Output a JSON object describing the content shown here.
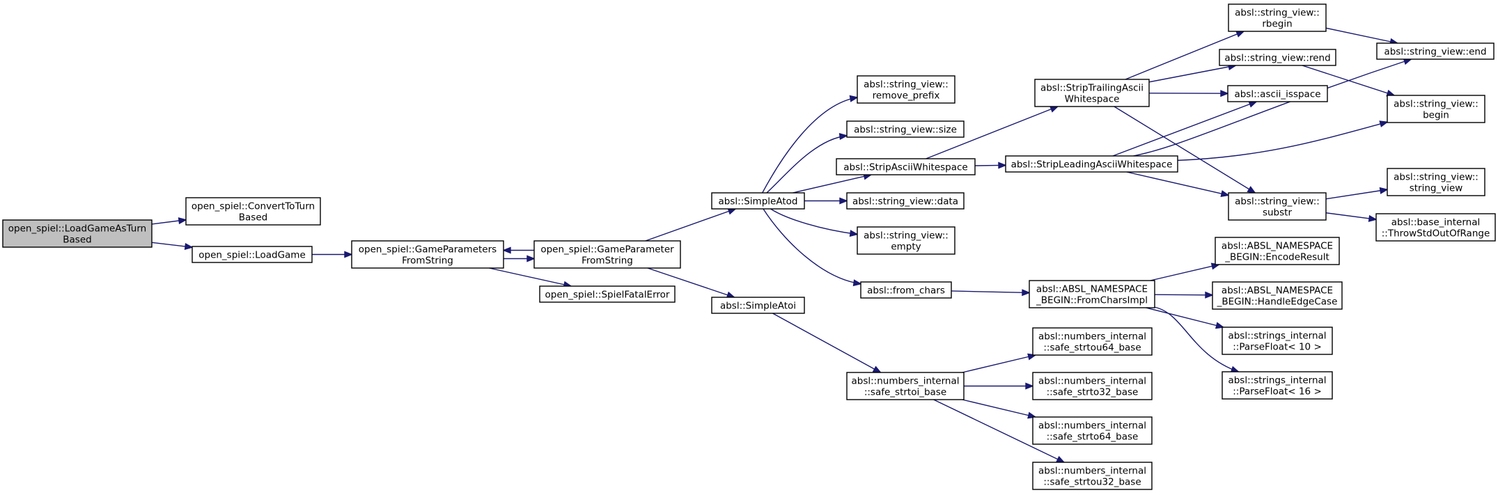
{
  "colors": {
    "edge": "#191970",
    "root_fill": "#bfbfbf",
    "node_fill": "#ffffff",
    "border": "#000000"
  },
  "nodes": {
    "load_game_as_turn_based": [
      "open_spiel::LoadGameAsTurn",
      "Based"
    ],
    "convert_to_turn_based": [
      "open_spiel::ConvertToTurn",
      "Based"
    ],
    "load_game": [
      "open_spiel::LoadGame"
    ],
    "game_parameters_from_string": [
      "open_spiel::GameParameters",
      "FromString"
    ],
    "game_parameter_from_string": [
      "open_spiel::GameParameter",
      "FromString"
    ],
    "spiel_fatal_error": [
      "open_spiel::SpielFatalError"
    ],
    "simple_atod": [
      "absl::SimpleAtod"
    ],
    "simple_atoi": [
      "absl::SimpleAtoi"
    ],
    "remove_prefix": [
      "absl::string_view::",
      "remove_prefix"
    ],
    "size": [
      "absl::string_view::size"
    ],
    "strip_ascii_whitespace": [
      "absl::StripAsciiWhitespace"
    ],
    "data": [
      "absl::string_view::data"
    ],
    "empty": [
      "absl::string_view::",
      "empty"
    ],
    "from_chars": [
      "absl::from_chars"
    ],
    "safe_strtoi_base": [
      "absl::numbers_internal",
      "::safe_strtoi_base"
    ],
    "strip_trailing_ascii_whitespace": [
      "absl::StripTrailingAscii",
      "Whitespace"
    ],
    "strip_leading_ascii_whitespace": [
      "absl::StripLeadingAsciiWhitespace"
    ],
    "from_chars_impl": [
      "absl::ABSL_NAMESPACE",
      "_BEGIN::FromCharsImpl"
    ],
    "safe_strtou64_base": [
      "absl::numbers_internal",
      "::safe_strtou64_base"
    ],
    "safe_strto32_base": [
      "absl::numbers_internal",
      "::safe_strto32_base"
    ],
    "safe_strto64_base": [
      "absl::numbers_internal",
      "::safe_strto64_base"
    ],
    "safe_strtou32_base": [
      "absl::numbers_internal",
      "::safe_strtou32_base"
    ],
    "rbegin": [
      "absl::string_view::",
      "rbegin"
    ],
    "rend": [
      "absl::string_view::rend"
    ],
    "ascii_isspace": [
      "absl::ascii_isspace"
    ],
    "substr": [
      "absl::string_view::",
      "substr"
    ],
    "encode_result": [
      "absl::ABSL_NAMESPACE",
      "_BEGIN::EncodeResult"
    ],
    "handle_edge_case": [
      "absl::ABSL_NAMESPACE",
      "_BEGIN::HandleEdgeCase"
    ],
    "parse_float_10": [
      "absl::strings_internal",
      "::ParseFloat< 10 >"
    ],
    "parse_float_16": [
      "absl::strings_internal",
      "::ParseFloat< 16 >"
    ],
    "end": [
      "absl::string_view::end"
    ],
    "begin": [
      "absl::string_view::",
      "begin"
    ],
    "string_view": [
      "absl::string_view::",
      "string_view"
    ],
    "throw_std_out_of_range": [
      "absl::base_internal",
      "::ThrowStdOutOfRange"
    ]
  },
  "edges": [
    [
      "load_game_as_turn_based",
      "convert_to_turn_based"
    ],
    [
      "load_game_as_turn_based",
      "load_game"
    ],
    [
      "load_game",
      "game_parameters_from_string"
    ],
    [
      "game_parameters_from_string",
      "game_parameter_from_string"
    ],
    [
      "game_parameter_from_string",
      "game_parameters_from_string"
    ],
    [
      "game_parameters_from_string",
      "spiel_fatal_error"
    ],
    [
      "game_parameter_from_string",
      "simple_atod"
    ],
    [
      "game_parameter_from_string",
      "simple_atoi"
    ],
    [
      "simple_atod",
      "remove_prefix"
    ],
    [
      "simple_atod",
      "size"
    ],
    [
      "simple_atod",
      "strip_ascii_whitespace"
    ],
    [
      "simple_atod",
      "data"
    ],
    [
      "simple_atod",
      "empty"
    ],
    [
      "simple_atod",
      "from_chars"
    ],
    [
      "simple_atoi",
      "safe_strtoi_base"
    ],
    [
      "strip_ascii_whitespace",
      "strip_trailing_ascii_whitespace"
    ],
    [
      "strip_ascii_whitespace",
      "strip_leading_ascii_whitespace"
    ],
    [
      "from_chars",
      "from_chars_impl"
    ],
    [
      "safe_strtoi_base",
      "safe_strtou64_base"
    ],
    [
      "safe_strtoi_base",
      "safe_strto32_base"
    ],
    [
      "safe_strtoi_base",
      "safe_strto64_base"
    ],
    [
      "safe_strtoi_base",
      "safe_strtou32_base"
    ],
    [
      "strip_trailing_ascii_whitespace",
      "rbegin"
    ],
    [
      "strip_trailing_ascii_whitespace",
      "rend"
    ],
    [
      "strip_trailing_ascii_whitespace",
      "ascii_isspace"
    ],
    [
      "strip_trailing_ascii_whitespace",
      "substr"
    ],
    [
      "strip_leading_ascii_whitespace",
      "end"
    ],
    [
      "strip_leading_ascii_whitespace",
      "begin"
    ],
    [
      "strip_leading_ascii_whitespace",
      "ascii_isspace"
    ],
    [
      "strip_leading_ascii_whitespace",
      "substr"
    ],
    [
      "from_chars_impl",
      "encode_result"
    ],
    [
      "from_chars_impl",
      "handle_edge_case"
    ],
    [
      "from_chars_impl",
      "parse_float_10"
    ],
    [
      "from_chars_impl",
      "parse_float_16"
    ],
    [
      "rbegin",
      "end"
    ],
    [
      "rend",
      "begin"
    ],
    [
      "substr",
      "string_view"
    ],
    [
      "substr",
      "throw_std_out_of_range"
    ]
  ]
}
